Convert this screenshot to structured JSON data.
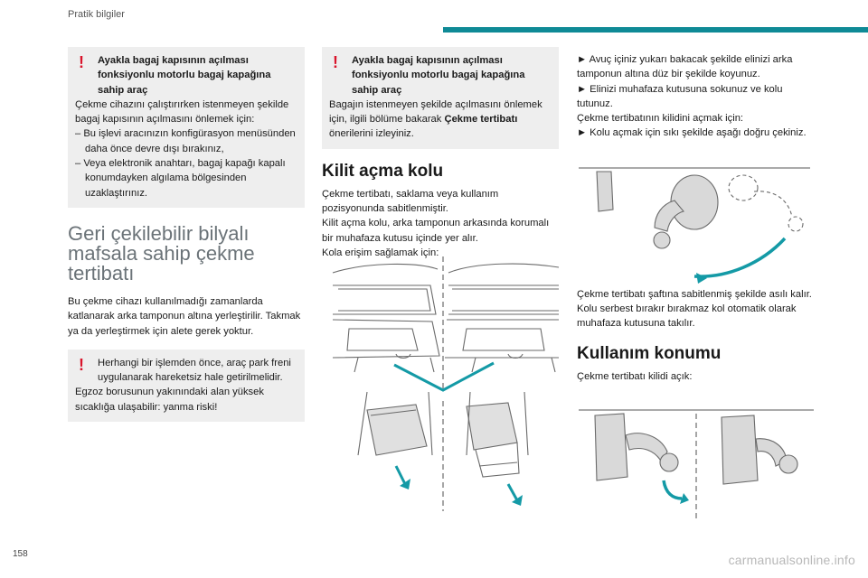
{
  "header": {
    "section": "Pratik bilgiler",
    "accent_color": "#0f8a96"
  },
  "page_number": "158",
  "watermark": "carmanualsonline.info",
  "warning_color": "#d9142b",
  "col1": {
    "warn1": {
      "title": "Ayakla bagaj kapısının açılması fonksiyonlu motorlu bagaj kapağına sahip araç",
      "body": "Çekme cihazını çalıştırırken istenmeyen şekilde bagaj kapısının açılmasını önlemek için:",
      "items": [
        "– Bu işlevi aracınızın konfigürasyon menüsünden daha önce devre dışı bırakınız,",
        "– Veya elektronik anahtarı, bagaj kapağı kapalı konumdayken algılama bölgesinden uzaklaştırınız."
      ]
    },
    "heading": "Geri çekilebilir bilyalı mafsala sahip çekme tertibatı",
    "para": "Bu çekme cihazı kullanılmadığı zamanlarda katlanarak arka tamponun altına yerleştirilir. Takmak ya da yerleştirmek için alete gerek yoktur.",
    "warn2": {
      "l1": "Herhangi bir işlemden önce, araç park freni uygulanarak hareketsiz hale getirilmelidir.",
      "l2": "Egzoz borusunun yakınındaki alan yüksek sıcaklığa ulaşabilir: yanma riski!"
    }
  },
  "col2": {
    "warn": {
      "title": "Ayakla bagaj kapısının açılması fonksiyonlu motorlu bagaj kapağına sahip araç",
      "body_pre": "Bagajın istenmeyen şekilde açılmasını önlemek için, ilgili bölüme bakarak ",
      "body_bold": "Çekme tertibatı",
      "body_post": " önerilerini izleyiniz."
    },
    "heading": "Kilit açma kolu",
    "p1": "Çekme tertibatı, saklama veya kullanım pozisyonunda sabitlenmiştir.",
    "p2": "Kilit açma kolu, arka tamponun arkasında korumalı bir muhafaza kutusu içinde yer alır.",
    "p3": "Kola erişim sağlamak için:"
  },
  "col3": {
    "s1": "► Avuç içiniz yukarı bakacak şekilde elinizi arka tamponun altına düz bir şekilde koyunuz.",
    "s2": "► Elinizi muhafaza kutusuna sokunuz ve kolu tutunuz.",
    "p1": "Çekme tertibatının kilidini açmak için:",
    "s3": "► Kolu açmak için sıkı şekilde aşağı doğru çekiniz.",
    "p2": "Çekme tertibatı şaftına sabitlenmiş şekilde asılı kalır.",
    "p3": "Kolu serbest bırakır bırakmaz kol otomatik olarak muhafaza kutusuna takılır.",
    "heading": "Kullanım konumu",
    "p4": "Çekme tertibatı kilidi açık:"
  }
}
